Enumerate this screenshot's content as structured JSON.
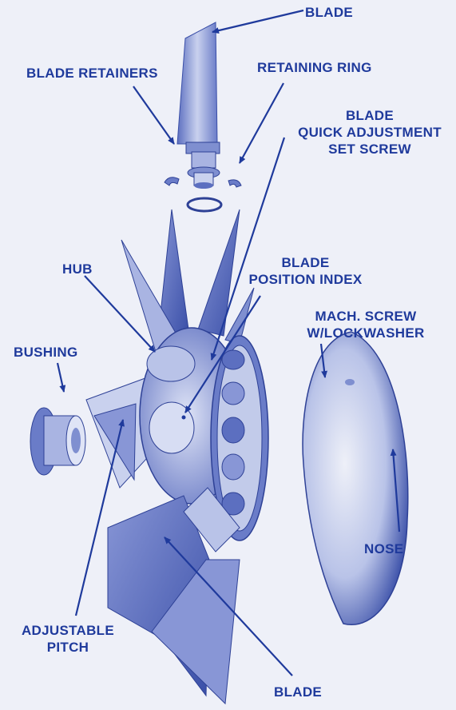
{
  "diagram": {
    "labels": {
      "blade_top": "BLADE",
      "blade_retainers": "BLADE RETAINERS",
      "retaining_ring": "RETAINING RING",
      "quick_adjust_line1": "BLADE",
      "quick_adjust_line2": "QUICK ADJUSTMENT",
      "quick_adjust_line3": "SET SCREW",
      "hub": "HUB",
      "position_index_line1": "BLADE",
      "position_index_line2": "POSITION INDEX",
      "mach_screw_line1": "MACH. SCREW",
      "mach_screw_line2": "W/LOCKWASHER",
      "bushing": "BUSHING",
      "nose": "NOSE",
      "adjustable_pitch_line1": "ADJUSTABLE",
      "adjustable_pitch_line2": "PITCH",
      "blade_bottom": "BLADE"
    },
    "colors": {
      "ink": "#1f3a9c",
      "background": "#eef0f8",
      "part_light": "#c2cbea",
      "part_mid": "#7f8fd0",
      "part_dark": "#3a4fa8"
    }
  }
}
